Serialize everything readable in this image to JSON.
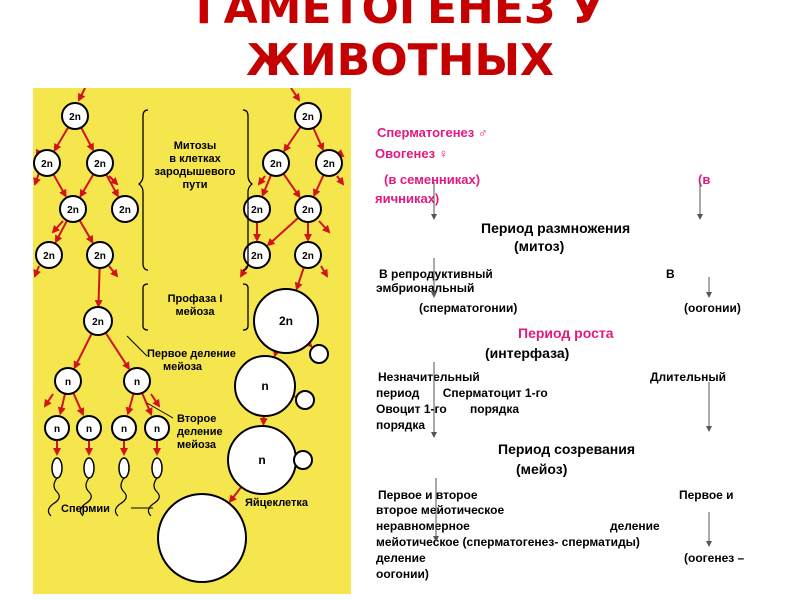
{
  "title": {
    "line1": "ГАМЕТОГЕНЕЗ У",
    "line2": "ЖИВОТНЫХ"
  },
  "colors": {
    "title": "#c40000",
    "accent": "#e3197d",
    "figure_bg": "#f6e64d",
    "arrows": "#d0141b"
  },
  "figure": {
    "cell_2n": "2n",
    "cell_n": "n",
    "label_mitosis": "Митозы в клетках зародышевого пути",
    "label_mitosis_lines": [
      "Митозы",
      "в клетках",
      "зародышевого",
      "пути"
    ],
    "label_prophase": [
      "Профаза I",
      "мейоза"
    ],
    "label_first_division": [
      "Первое деление",
      "мейоза"
    ],
    "label_second_division": [
      "Второе",
      "деление",
      "мейоза"
    ],
    "label_sperm": "Спермии",
    "label_egg": "Яйцеклетка"
  },
  "text": {
    "spermatogenesis": "Сперматогенез ♂",
    "oogenesis": "Овогенез ♀",
    "in_testes": "(в семенниках)",
    "in_ovaries_a": "(в",
    "in_ovaries_b": "яичниках)",
    "period_reproduction": "Период размножения",
    "period_reproduction_b": "(митоз)",
    "repro_left": "В репродуктивный",
    "repro_right": "В",
    "repro_right_b": "эмбриональный",
    "spermatogonia": "(сперматогонии)",
    "oogonia": "(оогонии)",
    "period_growth": "Период  роста",
    "period_growth_b": "(интерфаза)",
    "growth_left": "Незначительный",
    "growth_right": "Длительный",
    "growth_l2": "период       Сперматоцит 1-го",
    "growth_l3": "Овоцит 1-го       порядка",
    "growth_l4": "порядка",
    "period_maturation": "Период созревания",
    "period_maturation_b": "(мейоз)",
    "mat_left": "Первое и второе",
    "mat_right": "Первое и",
    "mat_l2": "второе мейотическое",
    "mat_l3a": "неравномерное",
    "mat_l3b": "деление",
    "mat_l4": "мейотическое (сперматогенез- сперматиды)",
    "mat_l5a": "деление",
    "mat_l5b": "(оогенез –",
    "mat_l6": "оогонии)"
  }
}
